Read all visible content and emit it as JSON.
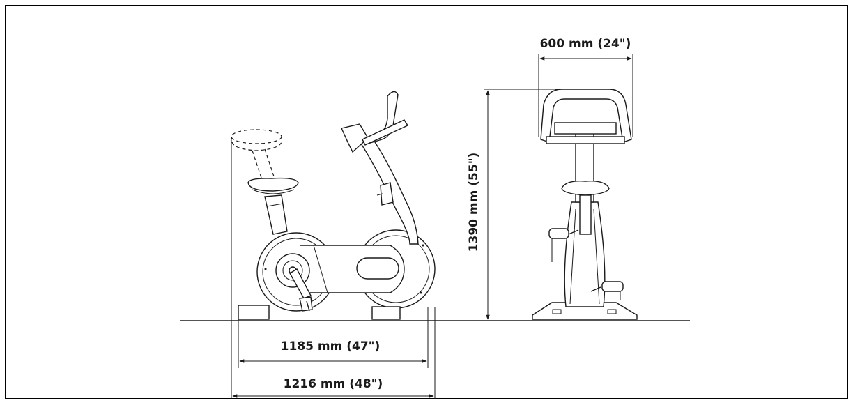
{
  "dimensions": {
    "front_width": "600 mm (24\")",
    "height": "1390 mm (55\")",
    "footprint_inner": "1185 mm (47\")",
    "footprint_outer": "1216 mm (48\")"
  },
  "colors": {
    "line": "#1a1a1a",
    "frame": "#000000",
    "background": "#ffffff"
  }
}
